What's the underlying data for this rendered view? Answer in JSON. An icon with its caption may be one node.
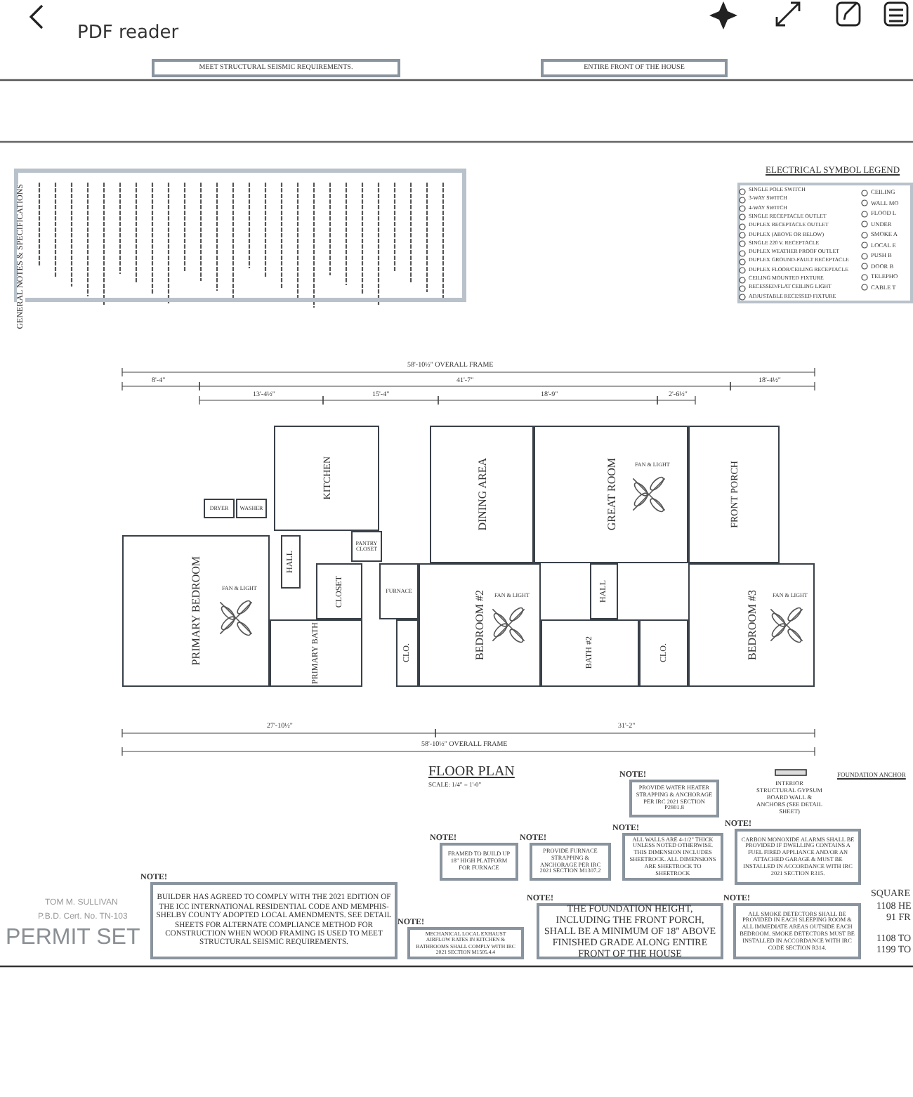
{
  "diagram": {
    "nodes": [
      {
        "text": [
          "MEET STRUCTURAL SEISMIC REQUIREMENTS."
        ]
      },
      {
        "text": [
          "ENTIRE FRONT OF THE HOUSE"
        ]
      },
      {
        "text": [
          "GENERAL NOTES & SPECIFICATIONS"
        ]
      },
      {
        "text": [
          "KITCHEN"
        ]
      },
      {
        "text": [
          "DRYER"
        ]
      },
      {
        "text": [
          "WASHER"
        ]
      },
      {
        "text": [
          "DINING AREA"
        ]
      },
      {
        "text": [
          "GREAT ROOM"
        ]
      },
      {
        "text": [
          "FRONT PORCH"
        ]
      },
      {
        "text": [
          "PANTRY CLOSET"
        ]
      },
      {
        "text": [
          "HALL"
        ]
      },
      {
        "text": [
          "PRIMARY BEDROOM"
        ]
      },
      {
        "text": [
          "CLOSET"
        ]
      },
      {
        "text": [
          "FURNACE"
        ]
      },
      {
        "text": [
          "PRIMARY BATH"
        ]
      },
      {
        "text": [
          "CLO."
        ]
      },
      {
        "text": [
          "BEDROOM #2"
        ]
      },
      {
        "text": [
          "HALL"
        ]
      },
      {
        "text": [
          "BATH #2"
        ]
      },
      {
        "text": [
          "CLO."
        ]
      },
      {
        "text": [
          "BEDROOM #3"
        ]
      },
      {
        "text": [
          "NOTE!",
          "PROVIDE WATER HEATER STRAPPING & ANCHORAGE PER IRC 2021 SECTION P2801.8"
        ]
      },
      {
        "text": [
          "NOTE!",
          "FRAMED TO BUILD UP 18\" HIGH PLATFORM FOR FURNACE"
        ]
      },
      {
        "text": [
          "NOTE!",
          "PROVIDE FURNACE STRAPPING & ANCHORAGE PER IRC 2021 SECTION M1307.2"
        ]
      },
      {
        "text": [
          "NOTE!",
          "ALL WALLS ARE 4-1/2\" THICK UNLESS NOTED OTHERWISE. THIS DIMENSION INCLUDES SHEETROCK. ALL DIMENSIONS ARE SHEETROCK TO SHEETROCK"
        ]
      },
      {
        "text": [
          "NOTE!",
          "CARBON MONOXIDE ALARMS SHALL BE PROVIDED IF DWELLING CONTAINS A FUEL FIRED APPLIANCE AND/OR AN ATTACHED GARAGE & MUST BE INSTALLED IN ACCORDANCE WITH IRC 2021 SECTION R315."
        ]
      },
      {
        "text": [
          "NOTE!",
          "BUILDER HAS AGREED TO COMPLY WITH THE 2021 EDITION OF THE ICC INTERNATIONAL RESIDENTIAL CODE AND MEMPHIS-SHELBY COUNTY ADOPTED LOCAL AMENDMENTS. SEE DETAIL SHEETS FOR ALTERNATE COMPLIANCE METHOD FOR CONSTRUCTION WHEN WOOD FRAMING IS USED TO MEET STRUCTURAL SEISMIC REQUIREMENTS."
        ]
      },
      {
        "text": [
          "NOTE!",
          "MECHANICAL LOCAL EXHAUST AIRFLOW RATES IN KITCHEN & BATHROOMS SHALL COMPLY WITH IRC 2021 SECTION M1505.4.4"
        ]
      },
      {
        "text": [
          "NOTE!",
          "THE FOUNDATION HEIGHT, INCLUDING THE FRONT PORCH, SHALL BE A MINIMUM OF 18\" ABOVE FINISHED GRADE ALONG ENTIRE FRONT OF THE HOUSE"
        ]
      },
      {
        "text": [
          "NOTE!",
          "ALL SMOKE DETECTORS SHALL BE PROVIDED IN EACH SLEEPING ROOM & ALL IMMEDIATE AREAS OUTSIDE EACH BEDROOM. SMOKE DETECTORS MUST BE INSTALLED IN ACCORDANCE WITH IRC CODE SECTION R314."
        ]
      }
    ],
    "labels": [
      "PDF reader",
      "ELECTRICAL SYMBOL LEGEND",
      "58'-10½\" OVERALL FRAME",
      "8'-4\"",
      "41'-7\"",
      "18'-4½\"",
      "13'-4½\"",
      "15'-4\"",
      "18'-9\"",
      "2'-6½\"",
      "FAN & LIGHT",
      "FAN & LIGHT",
      "FAN & LIGHT",
      "FAN & LIGHT",
      "27'-10½\"",
      "31'-2\"",
      "58'-10½\" OVERALL FRAME",
      "FLOOR PLAN",
      "SCALE: 1/4\" = 1'-0\"",
      "INTERIOR STRUCTURAL GYPSUM BOARD WALL & ANCHORS (SEE DETAIL SHEET)",
      "FOUNDATION ANCHOR",
      "TOM M. SULLIVAN",
      "P.B.D. Cert. No. TN-103",
      "PERMIT SET",
      "SQUARE",
      "1108 HE",
      "91 FR",
      "1108 TO",
      "1199 TO"
    ],
    "legend": [
      {
        "text": "SINGLE POLE SWITCH"
      },
      {
        "text": "3-WAY SWITCH"
      },
      {
        "text": "4-WAY SWITCH"
      },
      {
        "text": "SINGLE RECEPTACLE OUTLET"
      },
      {
        "text": "DUPLEX RECEPTACLE OUTLET"
      },
      {
        "text": "DUPLEX (ABOVE OR BELOW)"
      },
      {
        "text": "SINGLE 220 V. RECEPTACLE"
      },
      {
        "text": "DUPLEX WEATHER PROOF OUTLET"
      },
      {
        "text": "DUPLEX GROUND-FAULT RECEPTACLE"
      },
      {
        "text": "DUPLEX FLOOR/CEILING RECEPTACLE"
      },
      {
        "text": "CEILING MOUNTED FIXTURE"
      },
      {
        "text": "RECESSED/FLAT CEILING LIGHT"
      },
      {
        "text": "ADJUSTABLE RECESSED FIXTURE"
      },
      {
        "text": "CEILING"
      },
      {
        "text": "WALL MO"
      },
      {
        "text": "FLOOD L"
      },
      {
        "text": "UNDER"
      },
      {
        "text": "SMOKE A"
      },
      {
        "text": "LOCAL E"
      },
      {
        "text": "PUSH B"
      },
      {
        "text": "DOOR B"
      },
      {
        "text": "TELEPHO"
      },
      {
        "text": "CABLE T"
      }
    ]
  }
}
